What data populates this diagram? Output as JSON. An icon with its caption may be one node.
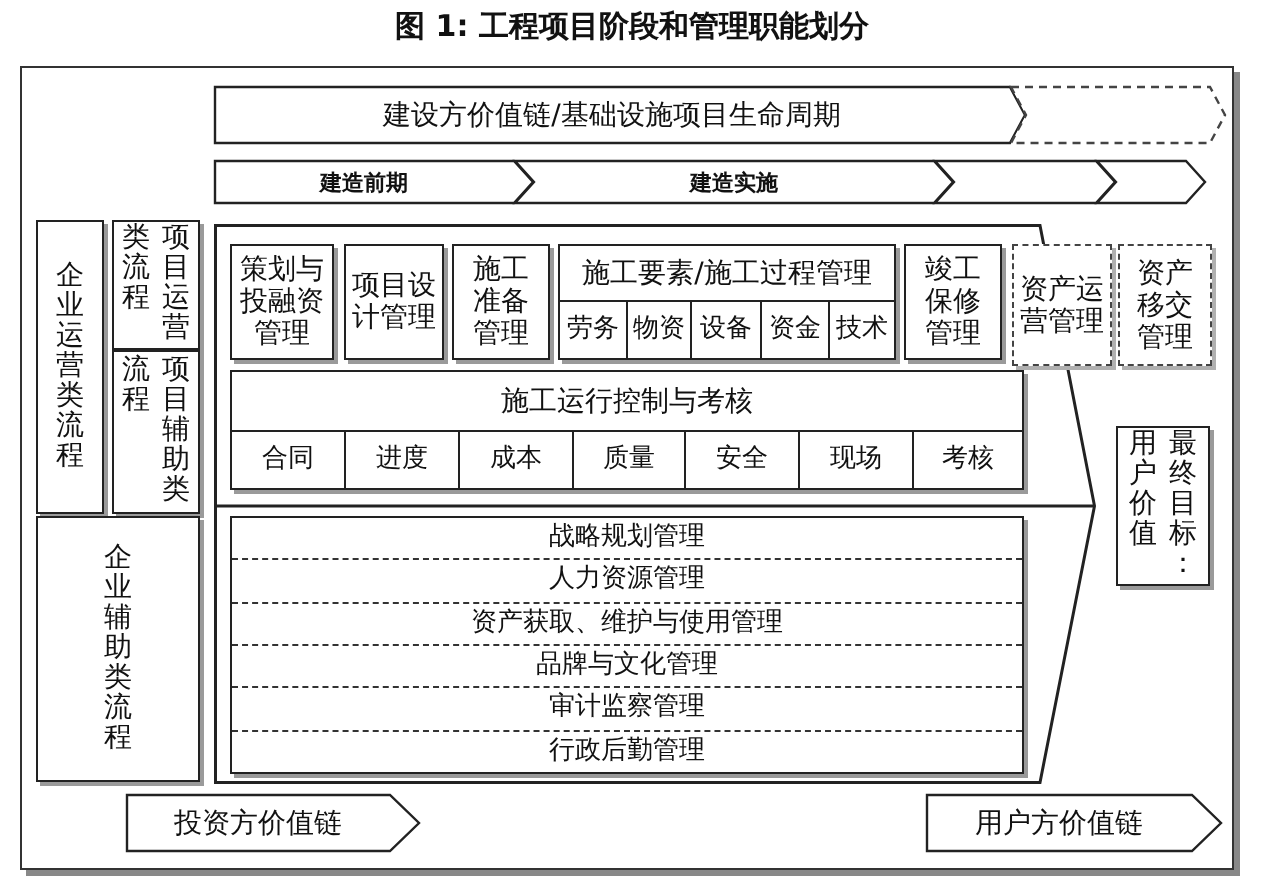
{
  "diagram": {
    "title": "图 1: 工程项目阶段和管理职能划分",
    "nodes": [
      {
        "text": [
          "建设方价值链/基础设施项目生命周期"
        ]
      },
      {
        "text": [],
        "shape": "chevron"
      },
      {
        "text": [
          "建造前期"
        ]
      },
      {
        "text": [
          "建造实施"
        ]
      },
      {
        "text": [],
        "shape": "chevron"
      },
      {
        "text": [],
        "shape": "chevron"
      },
      {
        "text": [
          "企业运营类流程"
        ]
      },
      {
        "text": [
          "项目运营类流程"
        ]
      },
      {
        "text": [
          "项目辅助类流程"
        ]
      },
      {
        "text": [],
        "shape": "arrow"
      },
      {
        "text": [
          "策划与投融资管理"
        ],
        "in": 9
      },
      {
        "text": [
          "项目设计管理"
        ],
        "in": 9
      },
      {
        "text": [
          "施工准备管理"
        ],
        "in": 9
      },
      {
        "text": [
          "施工要素/施工过程管理"
        ],
        "in": 9
      },
      {
        "text": [
          "劳务"
        ],
        "in": 13
      },
      {
        "text": [
          "物资"
        ],
        "in": 13
      },
      {
        "text": [
          "设备"
        ],
        "in": 13
      },
      {
        "text": [
          "资金"
        ],
        "in": 13
      },
      {
        "text": [
          "技术"
        ],
        "in": 13
      },
      {
        "text": [
          "竣工保修管理"
        ],
        "in": 9
      },
      {
        "text": [
          "资产运营管理"
        ]
      },
      {
        "text": [
          "资产移交管理"
        ]
      },
      {
        "text": [
          "施工运行控制与考核"
        ],
        "in": 9
      },
      {
        "text": [
          "合同"
        ],
        "in": 22
      },
      {
        "text": [
          "进度"
        ],
        "in": 22
      },
      {
        "text": [
          "成本"
        ],
        "in": 22
      },
      {
        "text": [
          "质量"
        ],
        "in": 22
      },
      {
        "text": [
          "安全"
        ],
        "in": 22
      },
      {
        "text": [
          "现场"
        ],
        "in": 22
      },
      {
        "text": [
          "考核"
        ],
        "in": 22
      },
      {
        "text": [
          "最终目标：用户价值"
        ]
      },
      {
        "text": [
          "企业辅助类流程"
        ]
      },
      {
        "text": [
          "战略规划管理",
          "人力资源管理",
          "资产获取、维护与使用管理",
          "品牌与文化管理",
          "审计监察管理",
          "行政后勤管理"
        ],
        "in": 9
      },
      {
        "text": [
          "投资方价值链"
        ]
      },
      {
        "text": [
          "用户方价值链"
        ]
      }
    ]
  }
}
